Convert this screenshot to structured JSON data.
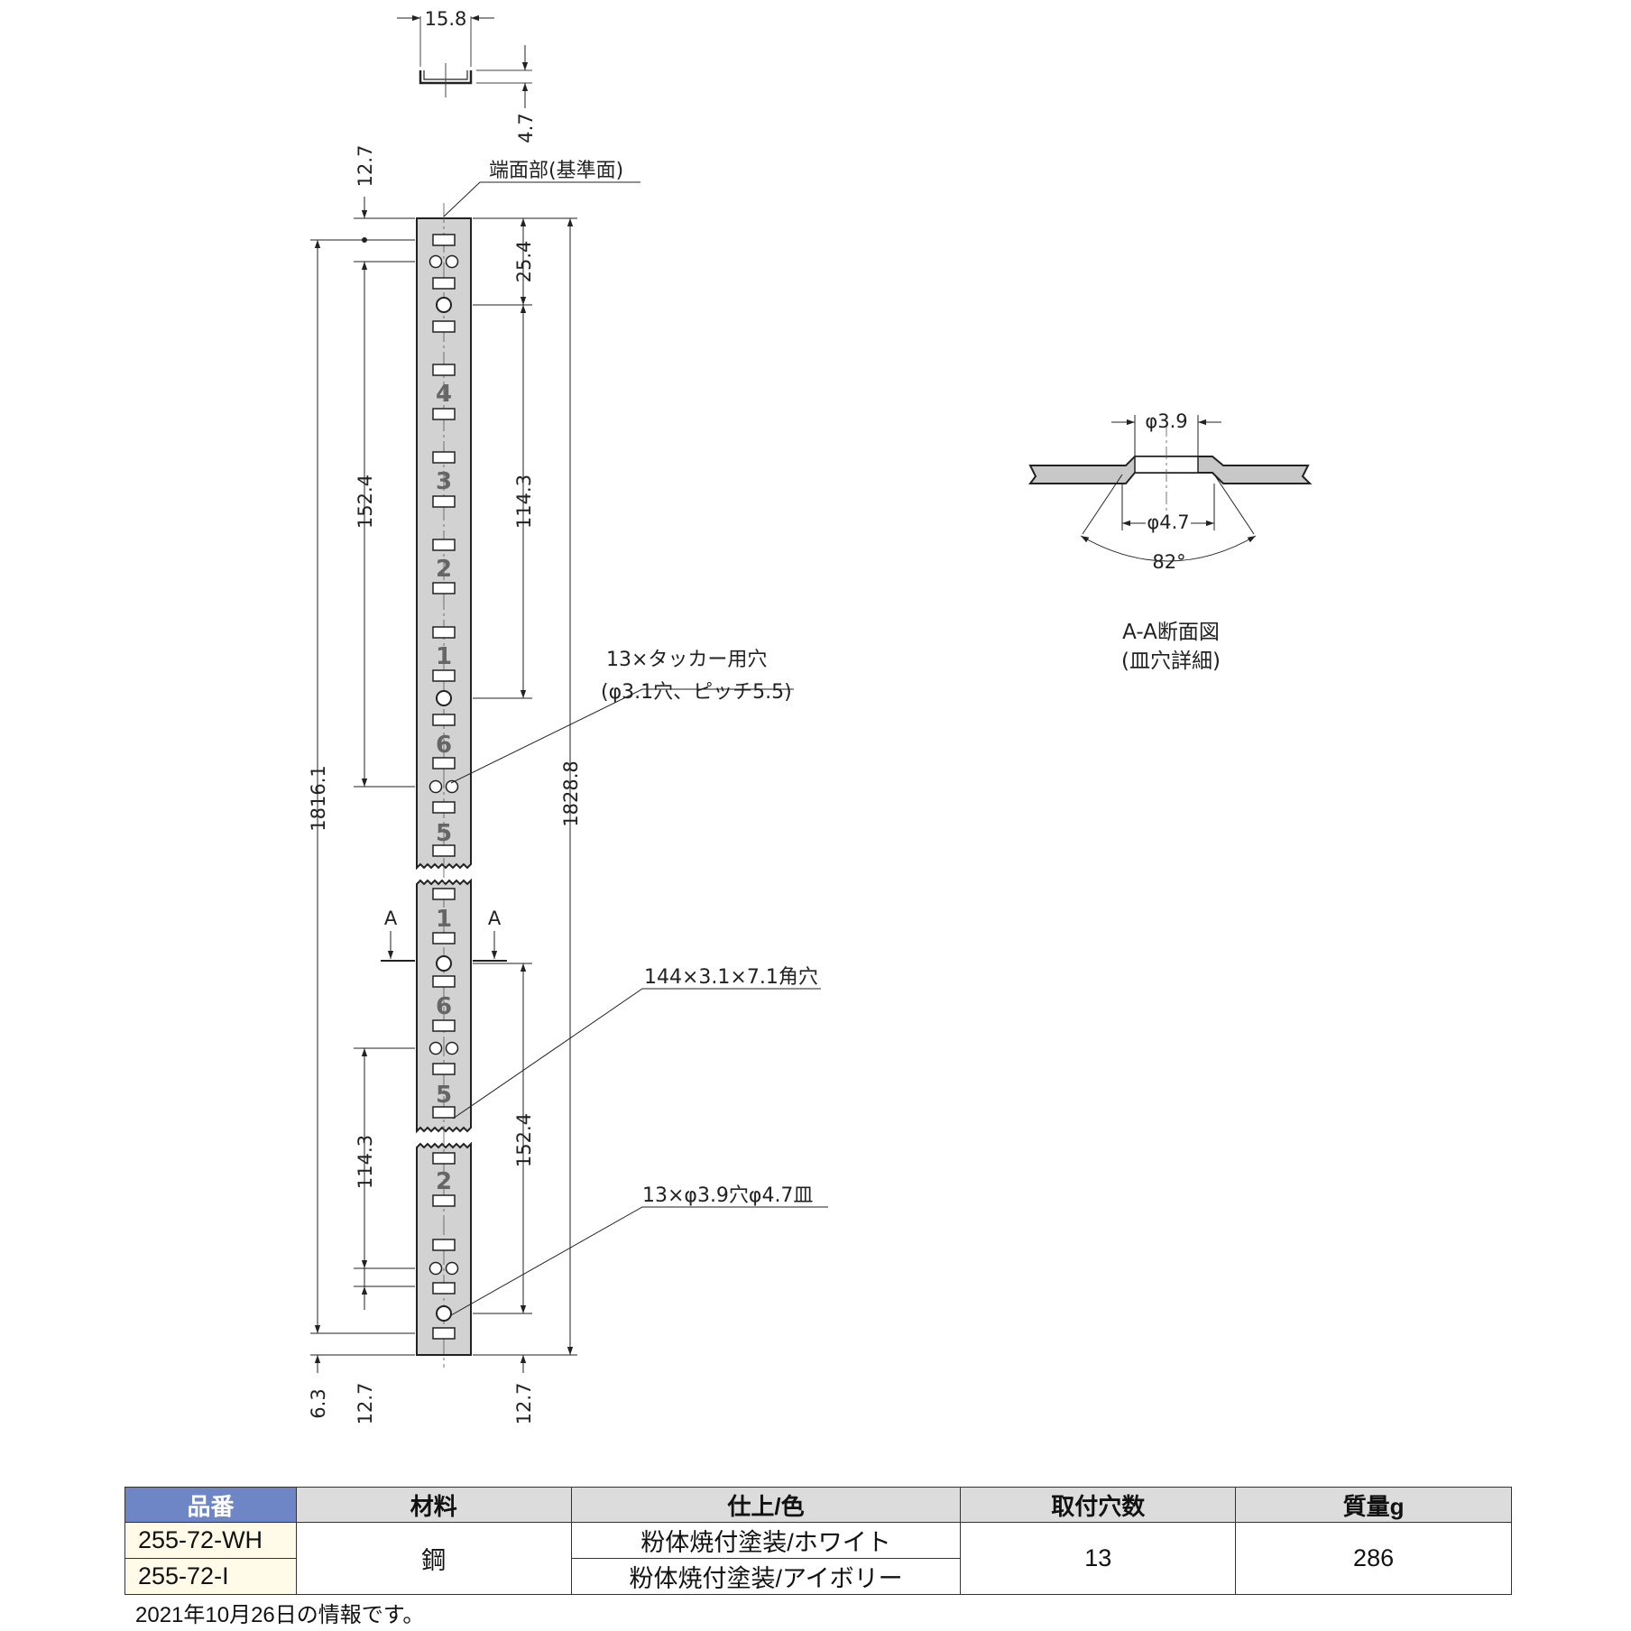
{
  "profile": {
    "width": "15.8",
    "depth": "4.7"
  },
  "labels": {
    "end_face": "端面部(基準面)",
    "tacker_holes_1": "13×タッカー用穴",
    "tacker_holes_2": "(φ3.1穴、ピッチ5.5)",
    "square_holes": "144×3.1×7.1角穴",
    "countersunk_holes": "13×φ3.9穴φ4.7皿",
    "section_marker": "A"
  },
  "dimensions": {
    "top_offset": "12.7",
    "first_pitch": "25.4",
    "total_length_holes": "1816.1",
    "pitch_152_top": "152.4",
    "pitch_114_top": "114.3",
    "total_length": "1828.8",
    "pitch_152_bottom": "152.4",
    "pitch_114_bottom": "114.3",
    "bottom_left": "6.3",
    "bottom_mid": "12.7",
    "bottom_right": "12.7"
  },
  "rail_numbers": [
    "4",
    "3",
    "2",
    "1",
    "6",
    "5",
    "1",
    "6",
    "5",
    "2"
  ],
  "section": {
    "hole_dia": "φ3.9",
    "countersink_dia": "φ4.7",
    "angle": "82°",
    "title": "A-A断面図",
    "subtitle": "(皿穴詳細)"
  },
  "table": {
    "headers": [
      "品番",
      "材料",
      "仕上/色",
      "取付穴数",
      "質量g"
    ],
    "codes": [
      "255-72-WH",
      "255-72-I"
    ],
    "material": "鋼",
    "finishes": [
      "粉体焼付塗装/ホワイト",
      "粉体焼付塗装/アイボリー"
    ],
    "hole_count": "13",
    "mass": "286"
  },
  "footnote": "2021年10月26日の情報です。"
}
